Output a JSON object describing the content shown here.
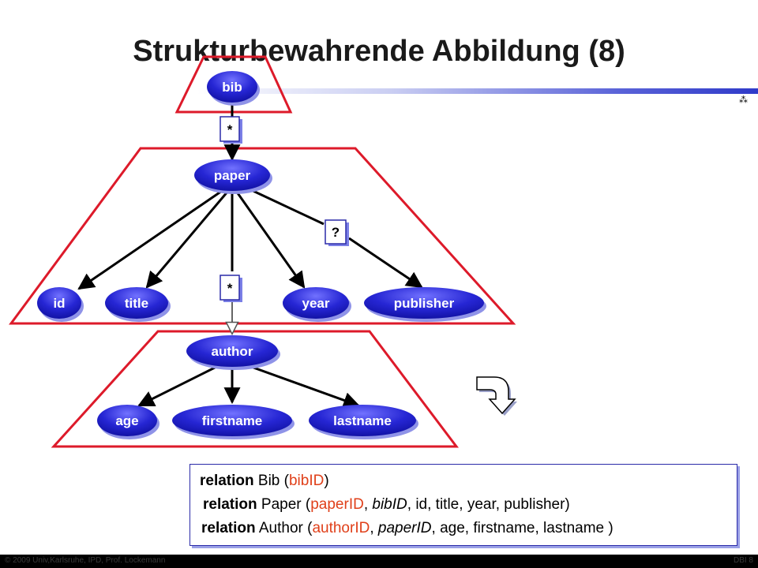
{
  "title": "Strukturbewahrende Abbildung (8)",
  "slide_number_glyph": "⁂",
  "nodes": {
    "bib": "bib",
    "paper": "paper",
    "id": "id",
    "title": "title",
    "year": "year",
    "publisher": "publisher",
    "author": "author",
    "age": "age",
    "firstname": "firstname",
    "lastname": "lastname"
  },
  "cardinality": {
    "bib_paper": "*",
    "paper_publisher": "?",
    "paper_author": "*"
  },
  "relations": [
    {
      "keyword": "relation",
      "name": "Bib",
      "primary_key": "bibID",
      "foreign_keys": [],
      "attributes": []
    },
    {
      "keyword": "relation",
      "name": "Paper",
      "primary_key": "paperID",
      "foreign_keys": [
        "bibID"
      ],
      "attributes": [
        "id",
        "title",
        "year",
        "publisher"
      ]
    },
    {
      "keyword": "relation",
      "name": "Author",
      "primary_key": "authorID",
      "foreign_keys": [
        "paperID"
      ],
      "attributes": [
        "age",
        "firstname",
        "lastname"
      ]
    }
  ],
  "footer": {
    "left": "© 2009 Univ,Karlsruhe, IPD, Prof. Lockemann",
    "right": "DBI 8"
  },
  "colors": {
    "node_fill": "#2222cc",
    "highlight_outline": "#dd1a2a",
    "primary_key_text": "#e0401a"
  }
}
